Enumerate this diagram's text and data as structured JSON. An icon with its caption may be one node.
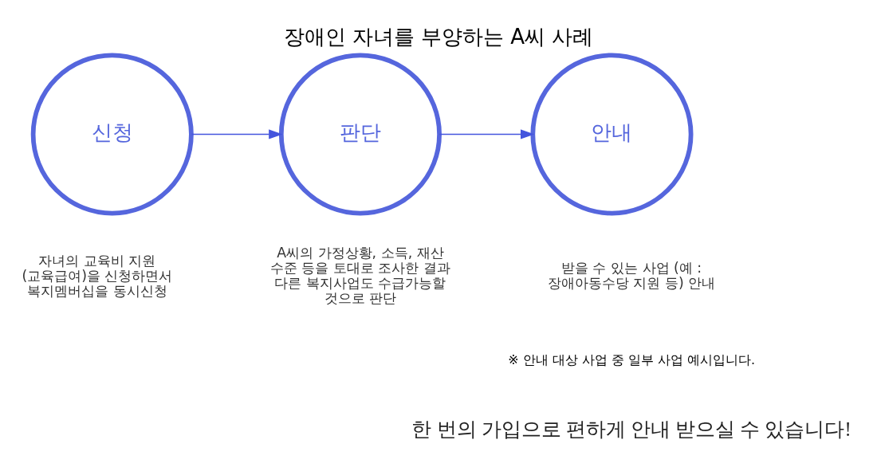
{
  "diagram": {
    "title": "장애인 자녀를 부양하는 A씨 사례",
    "caption": "한 번의 가입으로 편하게 안내 받으실 수 있습니다!",
    "nodes": [
      {
        "text": [
          "신청"
        ],
        "beside": [
          "자녀의 교육비 지원 (교육급여)을 신청하면서 복지멤버십을 동시신청"
        ]
      },
      {
        "text": [
          "판단"
        ],
        "beside": [
          "A씨의 가정상황, 소득, 재산 수준 등을 토대로 조사한 결과 다른 복지사업도 수급가능할 것으로 판단"
        ]
      },
      {
        "text": [
          "안내"
        ],
        "beside": [
          "받을 수 있는 사업 (예 : 장애아동수당 지원 등) 안내"
        ]
      }
    ],
    "edges": [
      {
        "from": 0,
        "to": 1,
        "arrow": "to"
      },
      {
        "from": 1,
        "to": 2,
        "arrow": "to"
      }
    ],
    "labels": [
      "※ 안내 대상 사업 중 일부 사업 예시입니다."
    ]
  }
}
